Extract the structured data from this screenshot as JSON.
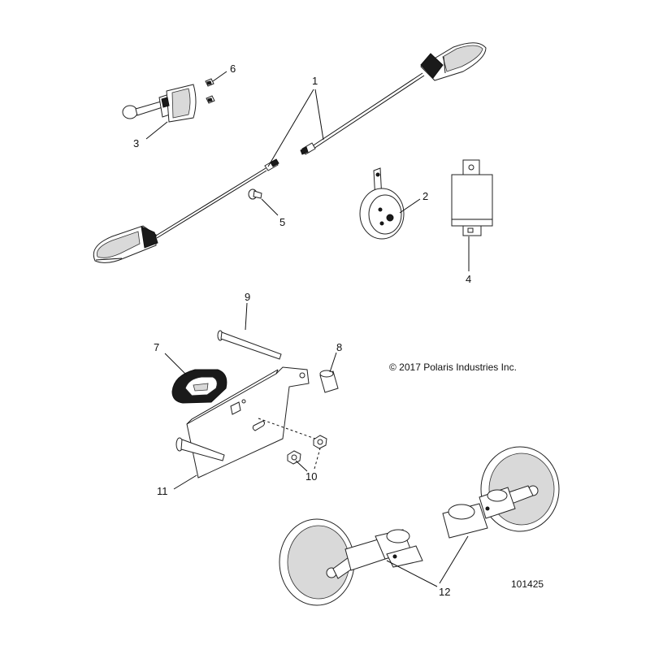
{
  "callouts": {
    "c1": "1",
    "c2": "2",
    "c3": "3",
    "c4": "4",
    "c5": "5",
    "c6": "6",
    "c7": "7",
    "c8": "8",
    "c9": "9",
    "c10": "10",
    "c11": "11",
    "c12": "12"
  },
  "copyright": "© 2017 Polaris Industries Inc.",
  "figure_id": "101425"
}
